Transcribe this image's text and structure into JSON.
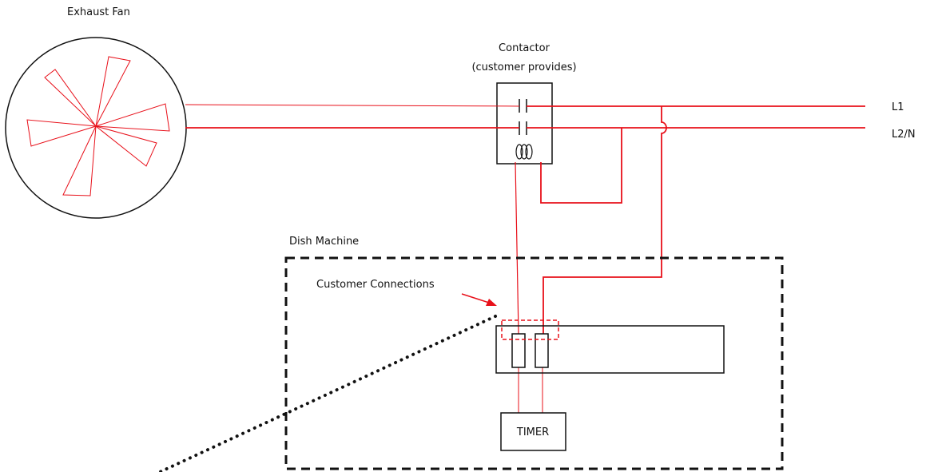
{
  "labels": {
    "exhaust_fan": "Exhaust Fan",
    "contactor_line1": "Contactor",
    "contactor_line2": "(customer provides)",
    "l1": "L1",
    "l2n": "L2/N",
    "dish_machine": "Dish Machine",
    "customer_connections": "Customer Connections",
    "timer": "TIMER"
  },
  "colors": {
    "wire": "#e8101a",
    "outline": "#111111",
    "background": "#ffffff"
  }
}
